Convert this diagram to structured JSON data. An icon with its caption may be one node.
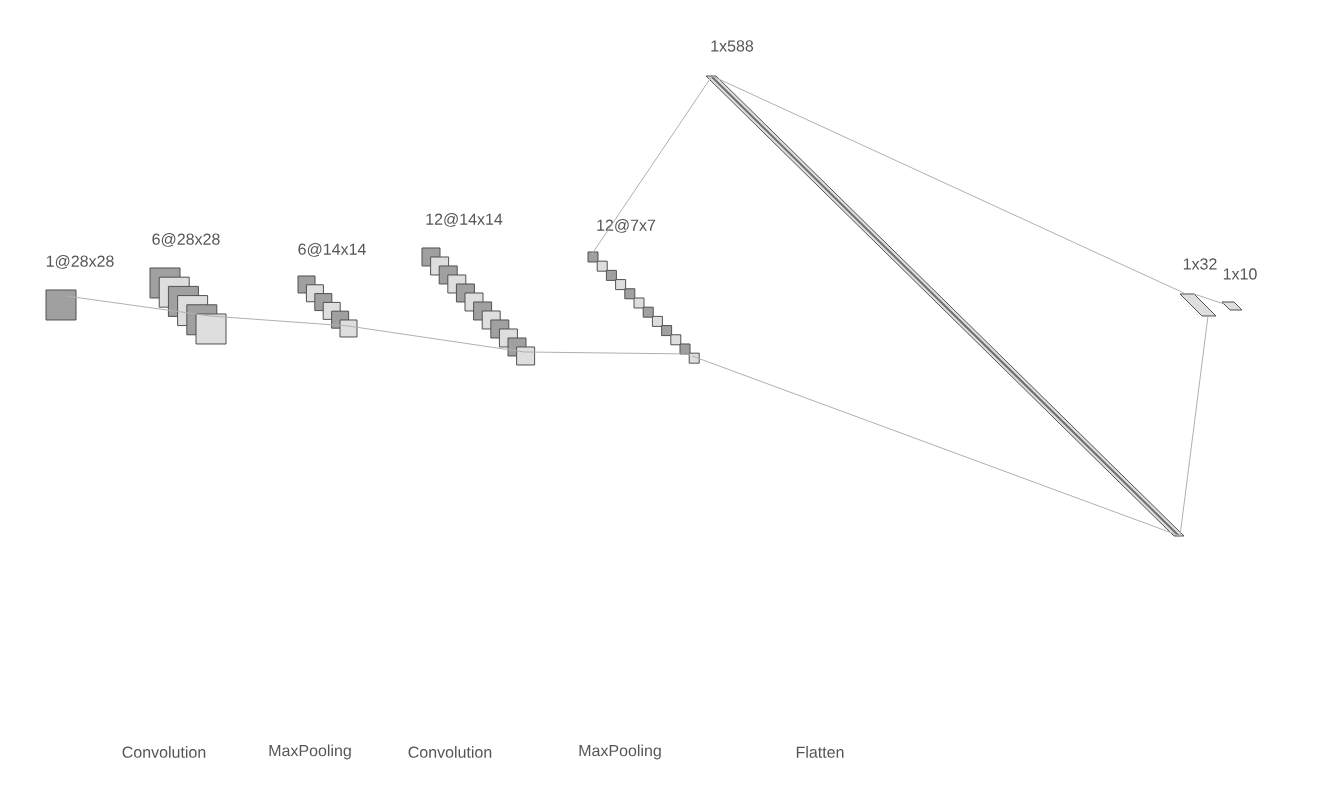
{
  "diagram": {
    "nodes": [
      {
        "text": [
          "1@28x28"
        ]
      },
      {
        "text": [
          "6@28x28"
        ]
      },
      {
        "text": [
          "6@14x14"
        ]
      },
      {
        "text": [
          "12@14x14"
        ]
      },
      {
        "text": [
          "12@7x7"
        ]
      },
      {
        "text": [
          "1x588"
        ]
      },
      {
        "text": [
          "1x32"
        ]
      },
      {
        "text": [
          "1x10"
        ]
      }
    ],
    "edges": [
      {
        "from": 0,
        "to": 1,
        "arrow": "none"
      },
      {
        "from": 1,
        "to": 2,
        "arrow": "none"
      },
      {
        "from": 2,
        "to": 3,
        "arrow": "none"
      },
      {
        "from": 3,
        "to": 4,
        "arrow": "none"
      },
      {
        "from": 4,
        "to": 5,
        "arrow": "none"
      },
      {
        "from": 4,
        "to": 5,
        "arrow": "none"
      },
      {
        "from": 5,
        "to": 6,
        "arrow": "none"
      },
      {
        "from": 5,
        "to": 6,
        "arrow": "none"
      },
      {
        "from": 6,
        "to": 7,
        "arrow": "none"
      }
    ],
    "labels": [
      "Convolution",
      "MaxPooling",
      "Convolution",
      "MaxPooling",
      "Flatten"
    ]
  }
}
